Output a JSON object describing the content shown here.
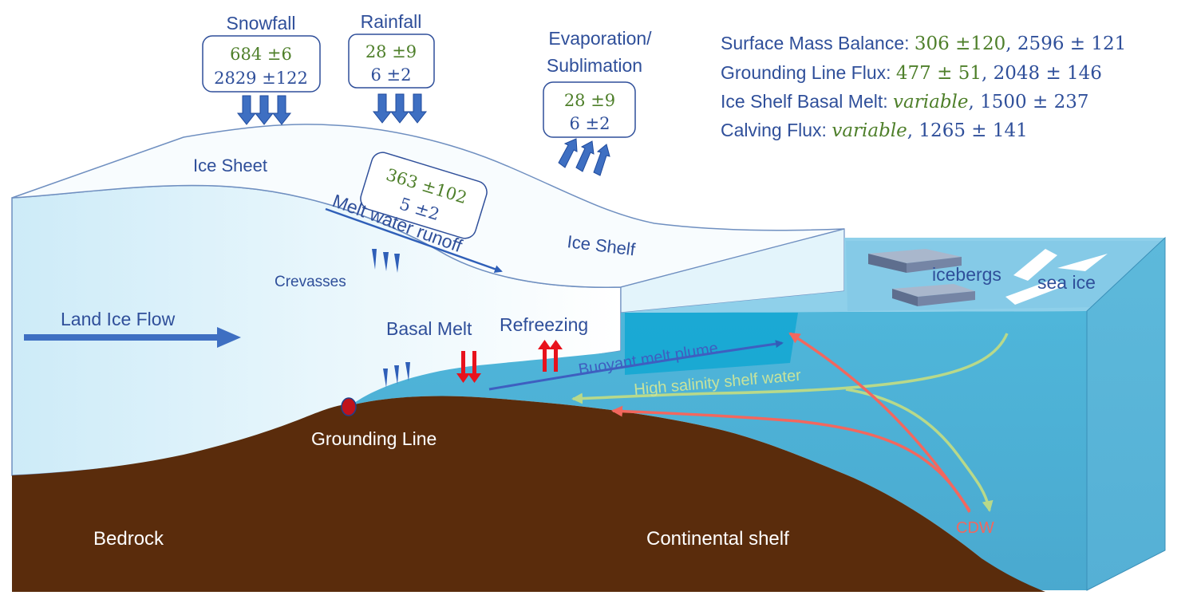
{
  "colors": {
    "label_blue": "#2F4F9A",
    "value_green": "#4E7F2A",
    "arrow_blue": "#3E6FC2",
    "bedrock": "#5A2C0C",
    "ocean": "#4FB3D6",
    "ice": "#DDF3FB",
    "melt_red": "#E8121C",
    "cdw_red": "#F2675E",
    "hssw_green": "#B8D98A"
  },
  "top_fluxes": {
    "snowfall": {
      "label": "Snowfall",
      "v1": "684 ±6",
      "v2": "2829 ±122"
    },
    "rainfall": {
      "label": "Rainfall",
      "v1": "28 ±9",
      "v2": "6 ±2"
    },
    "evaporation": {
      "label_l1": "Evaporation/",
      "label_l2": "Sublimation",
      "v1": "28 ±9",
      "v2": "6 ±2"
    },
    "runoff": {
      "v1": "363 ±102",
      "v2": "5 ±2",
      "label": "Melt water runoff"
    }
  },
  "legend": {
    "smb": {
      "label": "Surface Mass Balance: ",
      "v1": "306 ±120",
      "sep": ", ",
      "v2": "2596  ± 121"
    },
    "glf": {
      "label": "Grounding Line Flux: ",
      "v1": "477 ± 51",
      "sep": ", ",
      "v2": "2048  ± 146"
    },
    "basal": {
      "label": "Ice Shelf Basal Melt: ",
      "v1": "variable",
      "sep": ", ",
      "v2": "1500  ± 237"
    },
    "calving": {
      "label": "Calving Flux: ",
      "v1": "variable",
      "sep": ", ",
      "v2": "1265  ± 141"
    }
  },
  "labels": {
    "ice_sheet": "Ice Sheet",
    "ice_shelf": "Ice Shelf",
    "crevasses": "Crevasses",
    "land_ice_flow": "Land Ice Flow",
    "basal_melt": "Basal Melt",
    "refreezing": "Refreezing",
    "buoyant_plume": "Buoyant melt plume",
    "hssw": "High salinity shelf water",
    "grounding_line": "Grounding Line",
    "icebergs": "icebergs",
    "sea_ice": "sea ice",
    "cdw": "CDW",
    "bedrock": "Bedrock",
    "continental_shelf": "Continental shelf"
  }
}
